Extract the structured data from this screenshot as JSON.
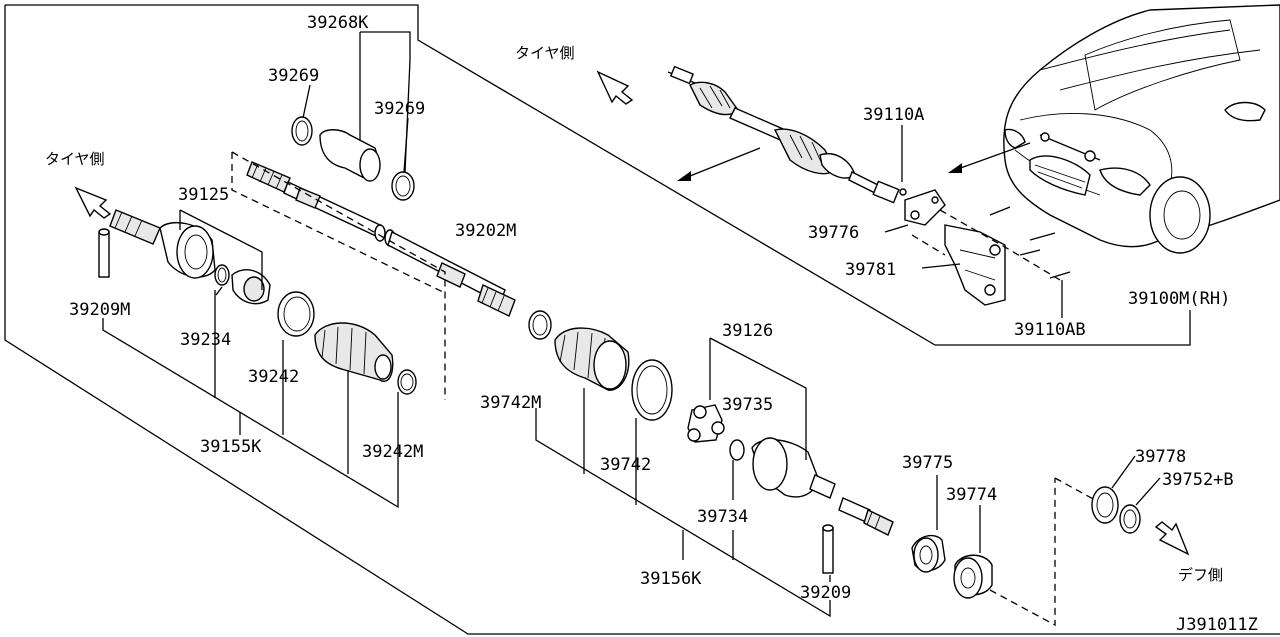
{
  "direction_labels": {
    "tire_side_top": "タイヤ側",
    "tire_side_left": "タイヤ側",
    "diff_side": "デフ側"
  },
  "parts": {
    "p39268K": "39268K",
    "p39269_left": "39269",
    "p39269_right": "39269",
    "p39125": "39125",
    "p39202M": "39202M",
    "p39209M": "39209M",
    "p39234": "39234",
    "p39242": "39242",
    "p39155K": "39155K",
    "p39242M": "39242M",
    "p39742M": "39742M",
    "p39742": "39742",
    "p39126": "39126",
    "p39735": "39735",
    "p39734": "39734",
    "p39156K": "39156K",
    "p39209": "39209",
    "p39775": "39775",
    "p39774": "39774",
    "p39778": "39778",
    "p39752B": "39752+B",
    "p39110A": "39110A",
    "p39776": "39776",
    "p39781": "39781",
    "p39110AB": "39110AB",
    "p39100M": "39100M(RH)"
  },
  "diagram_code": "J391011Z"
}
